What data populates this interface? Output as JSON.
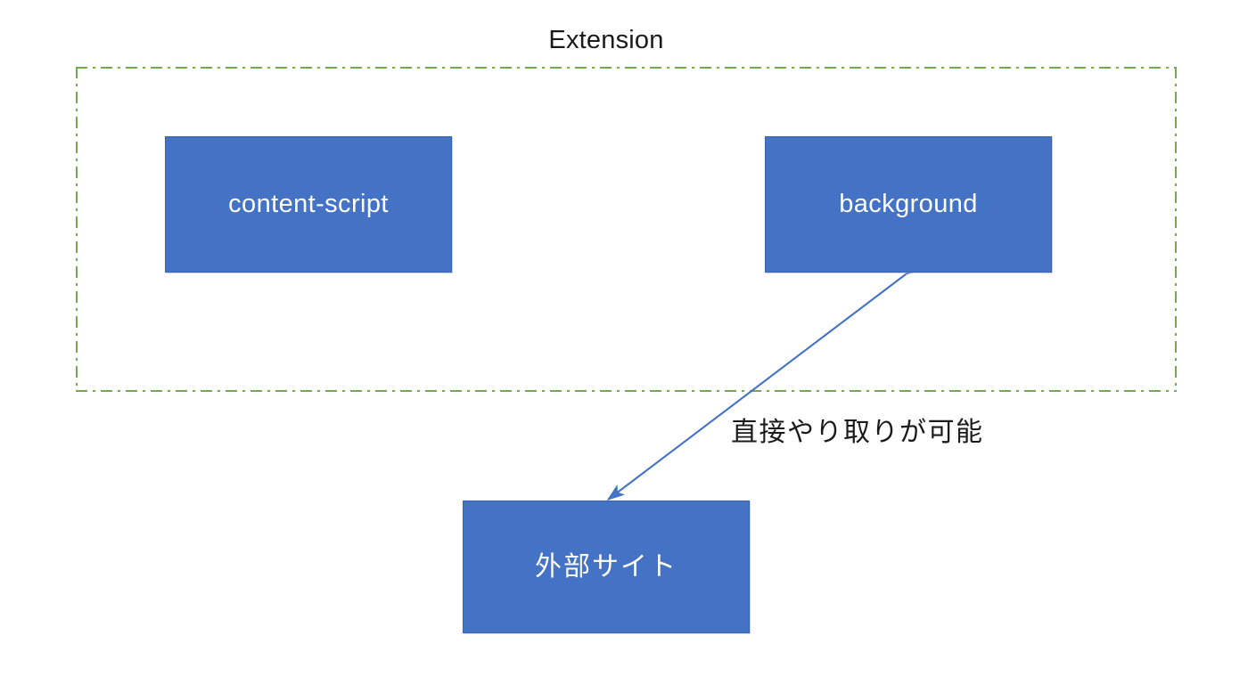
{
  "diagram": {
    "title": "Extension",
    "accent_colors": {
      "box_fill": "#4472C4",
      "box_border": "#3B64AE",
      "box_text": "#FFFFFF",
      "group_border": "#70AD47",
      "connector": "#4472C4",
      "text": "#1A1A1A",
      "background": "#FFFFFF"
    },
    "group": {
      "name": "Extension",
      "border_style": "dash-dot",
      "border_color": "#70AD47"
    },
    "nodes": [
      {
        "id": "content-script",
        "label": "content-script",
        "lang": "en"
      },
      {
        "id": "background",
        "label": "background",
        "lang": "en"
      },
      {
        "id": "external-site",
        "label": "外部サイト",
        "lang": "ja"
      }
    ],
    "connectors": [
      {
        "id": "background-external-site",
        "from": "external-site",
        "to": "background",
        "arrow": "double",
        "label": "直接やり取りが可能",
        "color": "#4472C4"
      }
    ]
  }
}
